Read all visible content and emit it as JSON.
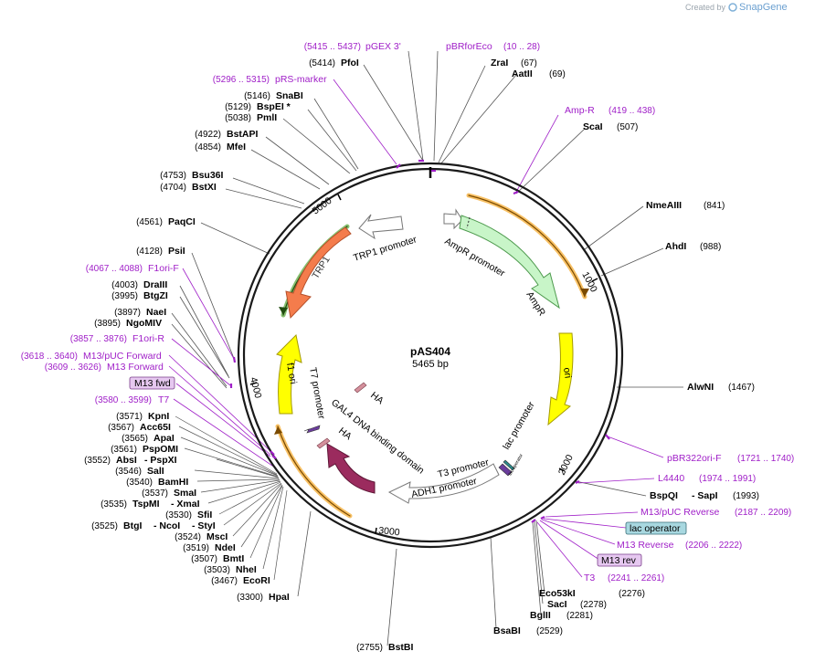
{
  "credit": {
    "prefix": "Created by",
    "brand": "SnapGene"
  },
  "plasmid": {
    "name": "pAS404",
    "size": "5465 bp"
  },
  "ticks": [
    "1000",
    "2000",
    "3000",
    "4000",
    "5000"
  ],
  "features": {
    "trp1_promoter": "TRP1 promoter",
    "trp1": "TRP1",
    "ampr_promoter": "AmpR promoter",
    "ampr": "AmpR",
    "ori": "ori",
    "lac_promoter": "lac promoter",
    "t3_promoter": "T3 promoter",
    "adh1_promoter": "ADH1 promoter",
    "gal4": "GAL4 DNA binding domain",
    "ha1": "HA",
    "ha2": "HA",
    "t7_promoter": "T7 promoter",
    "f1_ori": "f1 ori",
    "lac_operator_small": "lac operator"
  },
  "enzymes_top": [
    {
      "pos": "(5414)",
      "name": "PfoI"
    },
    {
      "pos": "(5146)",
      "name": "SnaBI"
    },
    {
      "pos": "(5129)",
      "name": "BspEI *"
    },
    {
      "pos": "(5038)",
      "name": "PmlI"
    },
    {
      "pos": "(4922)",
      "name": "BstAPI"
    },
    {
      "pos": "(4854)",
      "name": "MfeI"
    },
    {
      "pos": "(4753)",
      "name": "Bsu36I"
    },
    {
      "pos": "(4704)",
      "name": "BstXI"
    },
    {
      "pos": "(4561)",
      "name": "PaqCI"
    },
    {
      "pos": "(4128)",
      "name": "PsiI"
    },
    {
      "pos": "(4003)",
      "name": "DraIII"
    },
    {
      "pos": "(3995)",
      "name": "BtgZI"
    },
    {
      "pos": "(3897)",
      "name": "NaeI"
    },
    {
      "pos": "(3895)",
      "name": "NgoMIV"
    }
  ],
  "enzymes_left": [
    {
      "pos": "(3571)",
      "name": "KpnI"
    },
    {
      "pos": "(3567)",
      "name": "Acc65I"
    },
    {
      "pos": "(3565)",
      "name": "ApaI"
    },
    {
      "pos": "(3561)",
      "name": "PspOMI"
    },
    {
      "pos": "(3552)",
      "name": "AbsI",
      "name2": "- PspXI"
    },
    {
      "pos": "(3546)",
      "name": "SalI"
    },
    {
      "pos": "(3540)",
      "name": "BamHI"
    },
    {
      "pos": "(3537)",
      "name": "SmaI"
    },
    {
      "pos": "(3535)",
      "name": "TspMI",
      "name2": "- XmaI"
    },
    {
      "pos": "(3530)",
      "name": "SfiI"
    },
    {
      "pos": "(3525)",
      "name": "BtgI",
      "name2": "- NcoI",
      "name3": "- StyI"
    },
    {
      "pos": "(3524)",
      "name": "MscI"
    },
    {
      "pos": "(3519)",
      "name": "NdeI"
    },
    {
      "pos": "(3507)",
      "name": "BmtI"
    },
    {
      "pos": "(3503)",
      "name": "NheI"
    },
    {
      "pos": "(3467)",
      "name": "EcoRI"
    },
    {
      "pos": "(3300)",
      "name": "HpaI"
    }
  ],
  "enzymes_right": [
    {
      "name": "ZraI",
      "pos": "(67)"
    },
    {
      "name": "AatII",
      "pos": "(69)"
    },
    {
      "name": "ScaI",
      "pos": "(507)"
    },
    {
      "name": "NmeAIII",
      "pos": "(841)"
    },
    {
      "name": "AhdI",
      "pos": "(988)"
    },
    {
      "name": "AlwNI",
      "pos": "(1467)"
    },
    {
      "name": "BspQI",
      "name2": "- SapI",
      "pos": "(1993)"
    }
  ],
  "enzymes_bottom": [
    {
      "name": "Eco53kI",
      "pos": "(2276)"
    },
    {
      "name": "SacI",
      "pos": "(2278)"
    },
    {
      "name": "BglII",
      "pos": "(2281)"
    },
    {
      "name": "BsaBI",
      "pos": "(2529)"
    },
    {
      "pos": "(2755)",
      "name": "BstBI"
    }
  ],
  "primers": {
    "pgex3": {
      "range": "(5415 .. 5437)",
      "name": "pGEX 3'"
    },
    "pbrforeco": {
      "name": "pBRforEco",
      "range": "(10 .. 28)"
    },
    "prs_marker": {
      "range": "(5296 .. 5315)",
      "name": "pRS-marker"
    },
    "ampr_primer": {
      "name": "Amp-R",
      "range": "(419 .. 438)"
    },
    "f1ori_f": {
      "range": "(4067 .. 4088)",
      "name": "F1ori-F"
    },
    "f1ori_r": {
      "range": "(3857 .. 3876)",
      "name": "F1ori-R"
    },
    "m13puc_fwd": {
      "range": "(3618 .. 3640)",
      "name": "M13/pUC Forward"
    },
    "m13_fwd": {
      "range": "(3609 .. 3626)",
      "name": "M13 Forward"
    },
    "m13fwd_box": "M13 fwd",
    "t7": {
      "range": "(3580 .. 3599)",
      "name": "T7"
    },
    "pbr322ori_f": {
      "name": "pBR322ori-F",
      "range": "(1721 .. 1740)"
    },
    "l4440": {
      "name": "L4440",
      "range": "(1974 .. 1991)"
    },
    "m13puc_rev": {
      "name": "M13/pUC Reverse",
      "range": "(2187 .. 2209)"
    },
    "lac_operator_box": "lac operator",
    "m13_reverse": {
      "name": "M13 Reverse",
      "range": "(2206 .. 2222)"
    },
    "m13rev_box": "M13 rev",
    "t3": {
      "name": "T3",
      "range": "(2241 .. 2261)"
    }
  },
  "colors": {
    "backbone": "#1a1a1a",
    "primer": "#a020c8",
    "trp1": "#f47c4c",
    "ampr": "#c8f5c8",
    "ori": "#ffff00",
    "gal4": "#9b2b5e",
    "promoter": "#ffffff",
    "highlight": "#f5a623",
    "green_highlight": "#6ab04c",
    "lac_op_box": "#a8d8e0",
    "primer_box": "#e6c8f0"
  }
}
